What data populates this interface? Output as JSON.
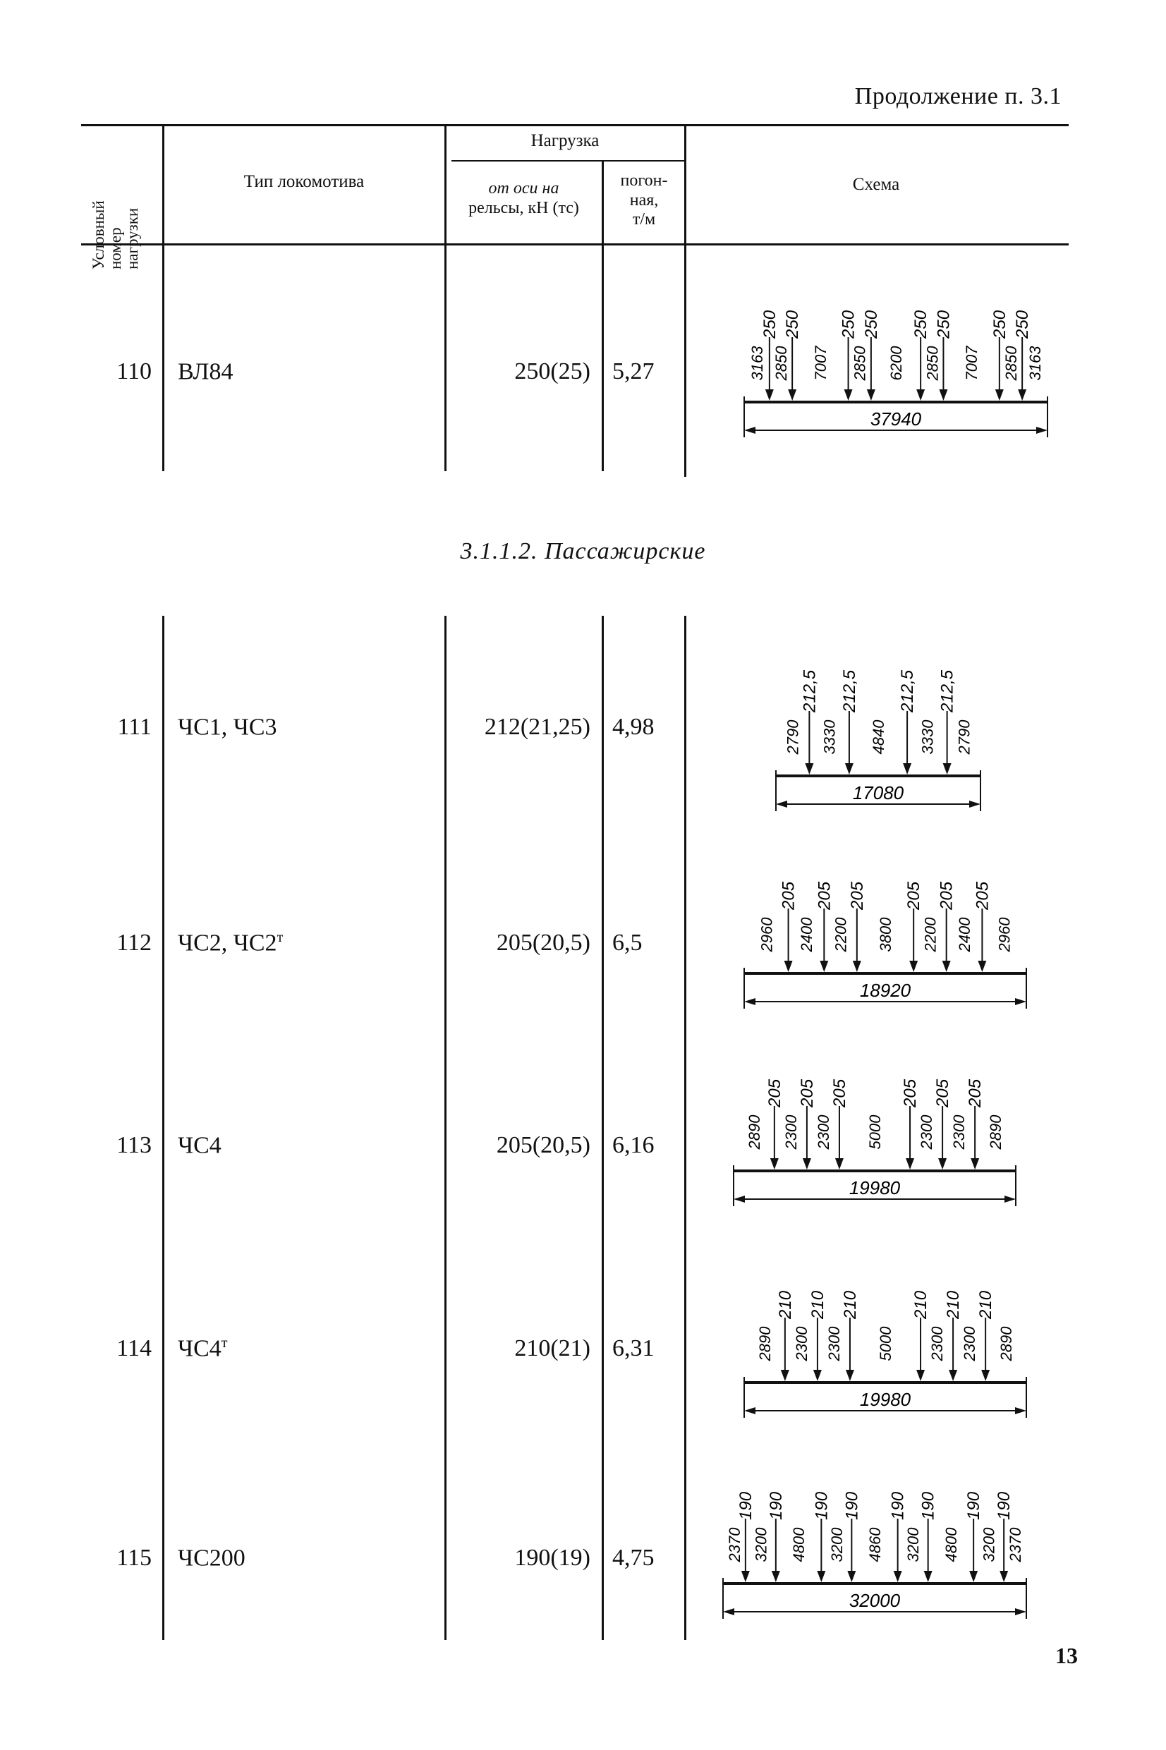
{
  "header_note": "Продолжение п. 3.1",
  "table_header": {
    "col_number": [
      "Условный",
      "номер",
      "нагрузки"
    ],
    "col_type": "Тип локомотива",
    "col_load": "Нагрузка",
    "col_axle": [
      "от оси на",
      "рельсы, кН (тс)"
    ],
    "col_running": [
      "погон-",
      "ная,",
      "т/м"
    ],
    "col_scheme": "Схема"
  },
  "section_title": "3.1.1.2. Пассажирские",
  "rows": [
    {
      "num": "110",
      "type": "ВЛ84",
      "type_sup": "",
      "axle": "250(25)",
      "running": "5,27",
      "scheme": {
        "total": "37940",
        "loads": [
          "250",
          "250",
          "250",
          "250",
          "250",
          "250",
          "250",
          "250"
        ],
        "spacings": [
          "3163",
          "2850",
          "7007",
          "2850",
          "6200",
          "2850",
          "7007",
          "2850",
          "3163"
        ]
      }
    },
    {
      "num": "111",
      "type": "ЧС1, ЧС3",
      "type_sup": "",
      "axle": "212(21,25)",
      "running": "4,98",
      "scheme": {
        "total": "17080",
        "loads": [
          "212,5",
          "212,5",
          "212,5",
          "212,5"
        ],
        "spacings": [
          "2790",
          "3330",
          "4840",
          "3330",
          "2790"
        ]
      }
    },
    {
      "num": "112",
      "type": "ЧС2, ЧС2",
      "type_sup": "т",
      "axle": "205(20,5)",
      "running": "6,5",
      "scheme": {
        "total": "18920",
        "loads": [
          "205",
          "205",
          "205",
          "205",
          "205",
          "205"
        ],
        "spacings": [
          "2960",
          "2400",
          "2200",
          "3800",
          "2200",
          "2400",
          "2960"
        ]
      }
    },
    {
      "num": "113",
      "type": "ЧС4",
      "type_sup": "",
      "axle": "205(20,5)",
      "running": "6,16",
      "scheme": {
        "total": "19980",
        "loads": [
          "205",
          "205",
          "205",
          "205",
          "205",
          "205"
        ],
        "spacings": [
          "2890",
          "2300",
          "2300",
          "5000",
          "2300",
          "2300",
          "2890"
        ]
      }
    },
    {
      "num": "114",
      "type": "ЧС4",
      "type_sup": "т",
      "axle": "210(21)",
      "running": "6,31",
      "scheme": {
        "total": "19980",
        "loads": [
          "210",
          "210",
          "210",
          "210",
          "210",
          "210"
        ],
        "spacings": [
          "2890",
          "2300",
          "2300",
          "5000",
          "2300",
          "2300",
          "2890"
        ]
      }
    },
    {
      "num": "115",
      "type": "ЧС200",
      "type_sup": "",
      "axle": "190(19)",
      "running": "4,75",
      "scheme": {
        "total": "32000",
        "loads": [
          "190",
          "190",
          "190",
          "190",
          "190",
          "190",
          "190",
          "190"
        ],
        "spacings": [
          "2370",
          "3200",
          "4800",
          "3200",
          "4860",
          "3200",
          "4800",
          "3200",
          "2370"
        ]
      }
    }
  ],
  "page_number": "13"
}
